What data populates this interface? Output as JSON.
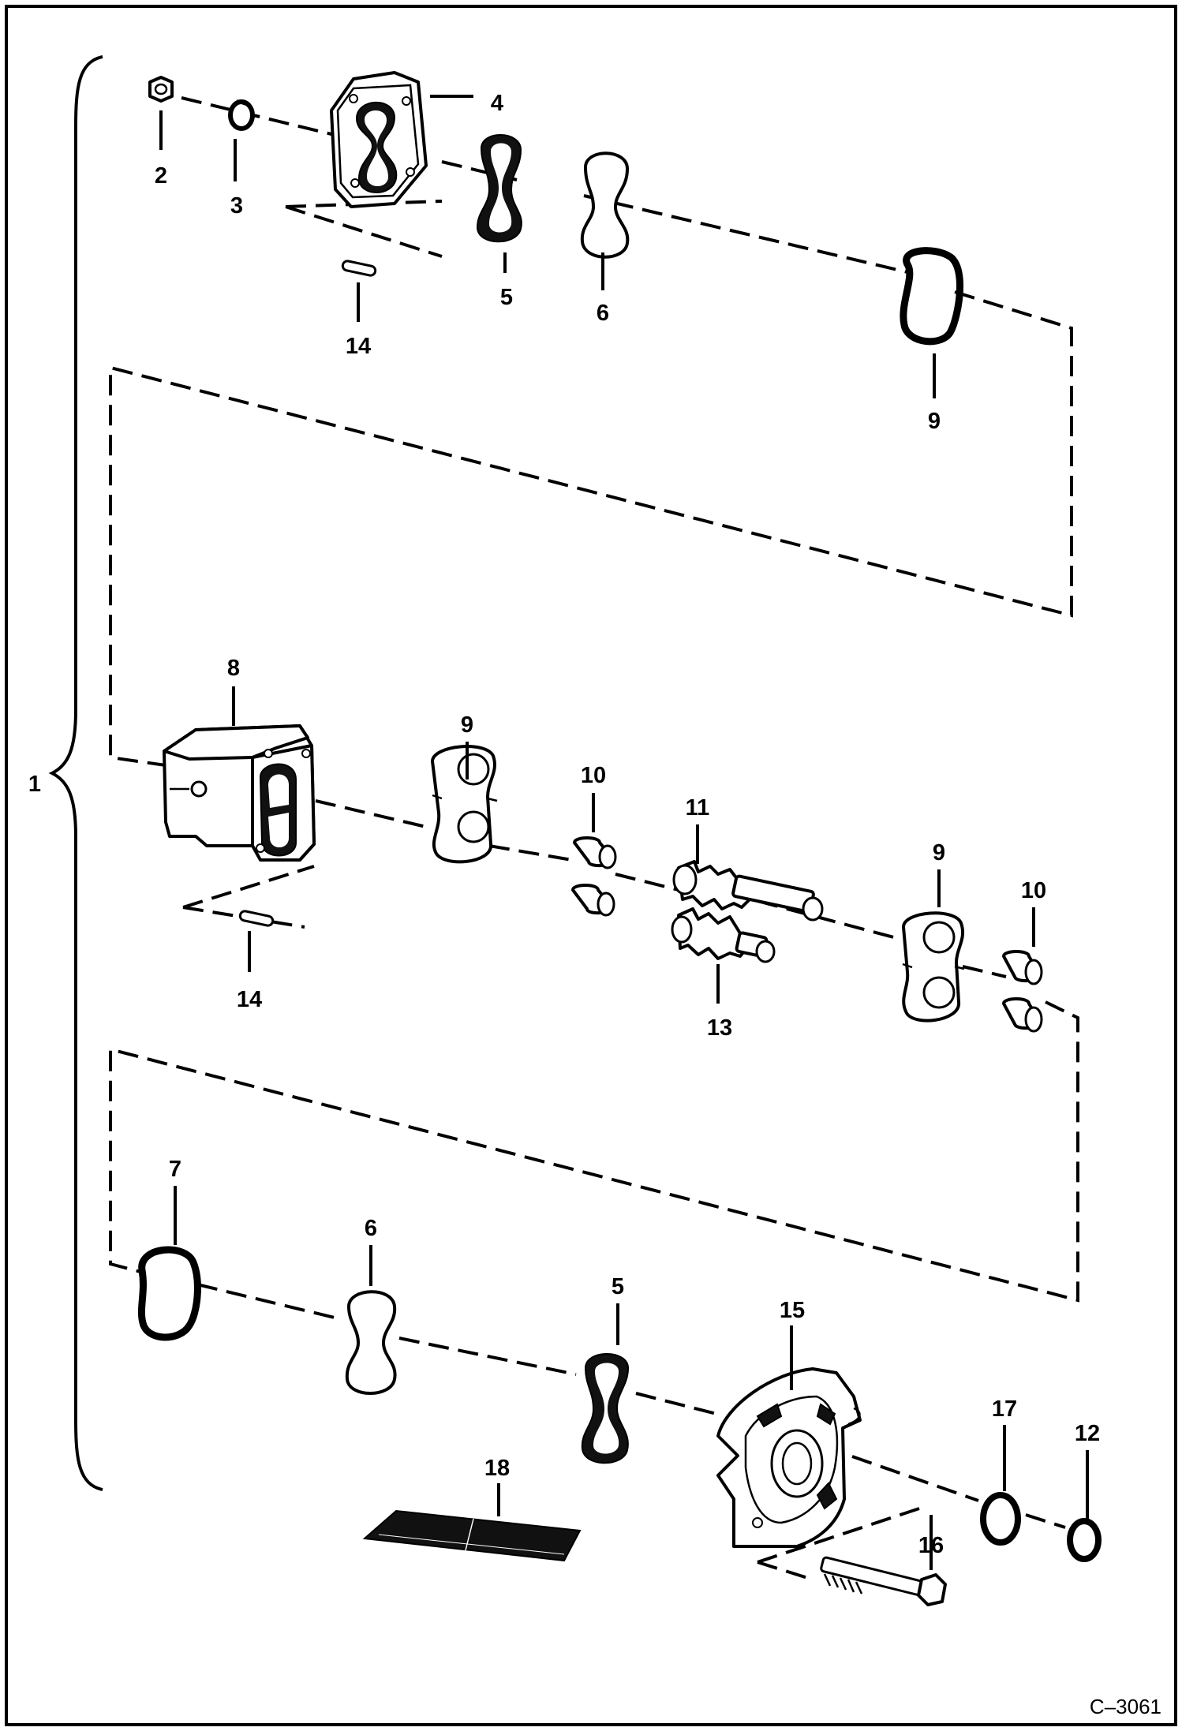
{
  "callouts": {
    "c1": "1",
    "c2": "2",
    "c3": "3",
    "c4": "4",
    "c5a": "5",
    "c6a": "6",
    "c9a": "9",
    "c14a": "14",
    "c8": "8",
    "c9b": "9",
    "c10a": "10",
    "c11": "11",
    "c9c": "9",
    "c10b": "10",
    "c13": "13",
    "c14b": "14",
    "c7": "7",
    "c6b": "6",
    "c5b": "5",
    "c15": "15",
    "c17": "17",
    "c12": "12",
    "c18": "18",
    "c16": "16"
  },
  "figure_code": "C–3061"
}
